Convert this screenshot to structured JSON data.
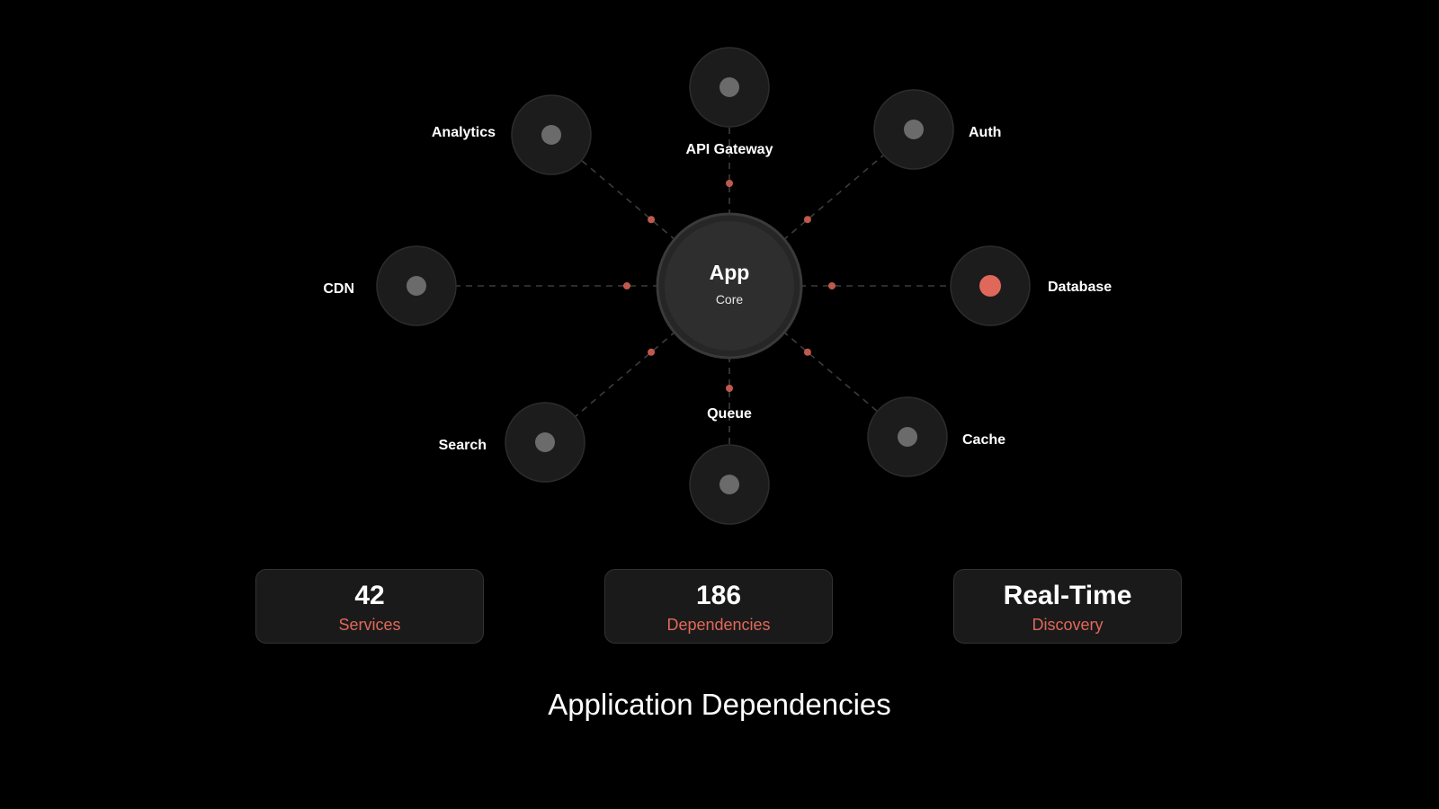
{
  "diagram": {
    "core": {
      "title": "App",
      "subtitle": "Core"
    },
    "nodes": [
      {
        "id": "api-gateway",
        "label": "API Gateway",
        "highlight": false
      },
      {
        "id": "auth",
        "label": "Auth",
        "highlight": false
      },
      {
        "id": "database",
        "label": "Database",
        "highlight": true
      },
      {
        "id": "cache",
        "label": "Cache",
        "highlight": false
      },
      {
        "id": "queue",
        "label": "Queue",
        "highlight": false
      },
      {
        "id": "search",
        "label": "Search",
        "highlight": false
      },
      {
        "id": "cdn",
        "label": "CDN",
        "highlight": false
      },
      {
        "id": "analytics",
        "label": "Analytics",
        "highlight": false
      }
    ]
  },
  "stats": [
    {
      "value": "42",
      "label": "Services"
    },
    {
      "value": "186",
      "label": "Dependencies"
    },
    {
      "value": "Real-Time",
      "label": "Discovery"
    }
  ],
  "title": "Application Dependencies",
  "colors": {
    "background": "#000000",
    "accent": "#e0685a",
    "node_fill": "#1c1c1c",
    "node_dot": "#6b6b6b",
    "core_fill": "#2e2e2e"
  }
}
